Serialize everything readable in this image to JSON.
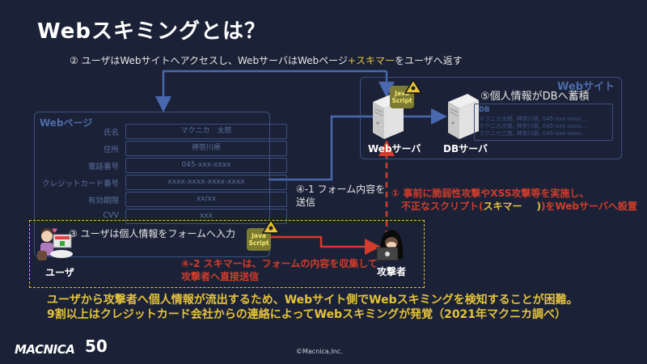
{
  "title": "Webスキミングとは？",
  "step2": {
    "prefix": "② ユーザはWebサイトへアクセスし、Webサーバは",
    "middle1": "Webページ",
    "highlight": "+スキマー",
    "suffix": "をユーザへ返す"
  },
  "website": {
    "label": "Webサイト",
    "step5": "⑤個人情報がDBへ蓄積",
    "web_server_label": "Webサーバ",
    "db_server_label": "DBサーバ",
    "db": {
      "title": "DB",
      "rows": [
        "マクニカ太郎, 神奈川県, 045-xxx-xxxx…",
        "マクニカ次郎, 神奈川県, 045-xxx-xxxx…",
        "マクニカ三郎, 神奈川県, 045-xxx-xxxx…"
      ]
    }
  },
  "webpage": {
    "label": "Webページ",
    "fields": [
      {
        "label": "氏名",
        "value": "マクニカ　太郎"
      },
      {
        "label": "住所",
        "value": "神奈川県"
      },
      {
        "label": "電話番号",
        "value": "045-xxx-xxxx"
      },
      {
        "label": "クレジットカード番号",
        "value": "xxxx-xxxx-xxxx-xxxx"
      },
      {
        "label": "有効期限",
        "value": "xx/xx"
      },
      {
        "label": "CVV",
        "value": "xxx"
      }
    ]
  },
  "badge": {
    "line1": "Java",
    "line2": "Script"
  },
  "step41": {
    "line1": "④-1 フォーム内容を",
    "line2": "送信"
  },
  "step1": {
    "line1": "① 事前に脆弱性攻撃やXSS攻撃等を実施し、",
    "line2_prefix": "不正なスクリプト(",
    "line2_highlight": "スキマー",
    "line2_suffix": ")をWebサーバへ設置"
  },
  "step3": "③ ユーザは個人情報をフォームへ入力",
  "step42": {
    "line1": "④-2 スキマーは、フォームの内容を収集して",
    "line2": "攻撃者へ直接送信"
  },
  "user_label": "ユーザ",
  "attacker_label": "攻撃者",
  "summary": {
    "line1": "ユーザから攻撃者へ個人情報が流出するため、Webサイト側でWebスキミングを検知することが困難。",
    "line2": "9割以上はクレジットカード会社からの連絡によってWebスキミングが発覚（2021年マクニカ調べ）"
  },
  "footer": {
    "logo": "MACNICA",
    "anniversary": "50",
    "copyright": "©Macnica,Inc."
  },
  "colors": {
    "background": "#1b2237",
    "line_blue": "#4a68b0",
    "attack_red": "#d23c2a",
    "highlight_yellow": "#e5c33a"
  }
}
